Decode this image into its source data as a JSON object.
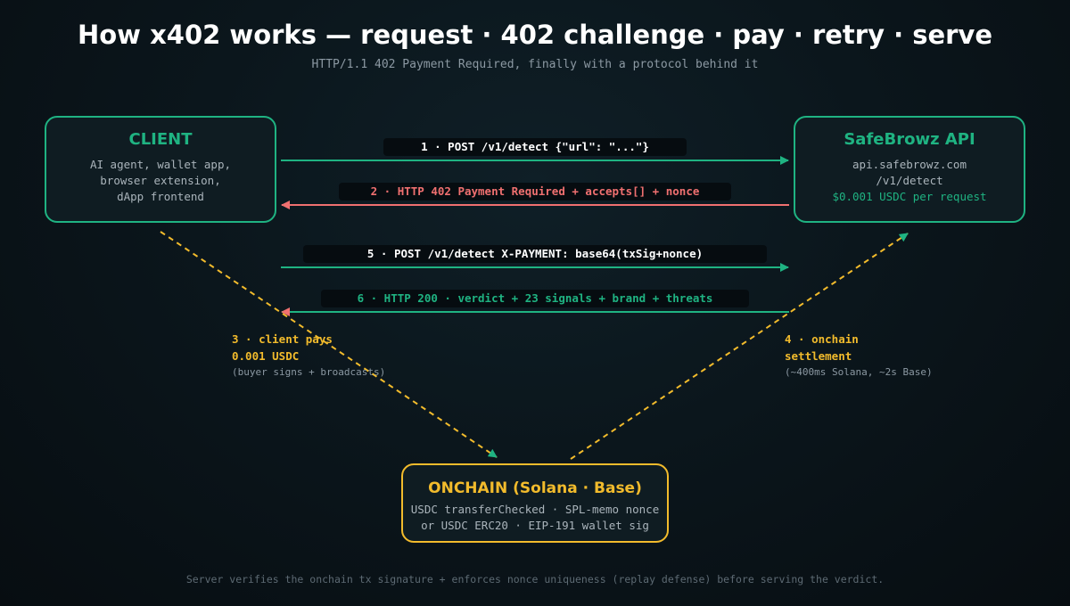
{
  "header": {
    "title": "How x402 works — request · 402 challenge · pay · retry · serve",
    "subtitle": "HTTP/1.1 402 Payment Required, finally with a protocol behind it"
  },
  "client": {
    "title": "CLIENT",
    "lines": [
      "AI agent, wallet app,",
      "browser extension,",
      "dApp frontend"
    ]
  },
  "server": {
    "title": "SafeBrowz API",
    "lines": [
      "api.safebrowz.com",
      "/v1/detect"
    ],
    "price": "$0.001 USDC per request"
  },
  "onchain": {
    "title": "ONCHAIN (Solana · Base)",
    "lines": [
      "USDC transferChecked · SPL-memo nonce",
      "or USDC ERC20 · EIP-191 wallet sig"
    ]
  },
  "steps": {
    "s1": "1 · POST /v1/detect {\"url\": \"...\"}",
    "s2": "2 · HTTP 402 Payment Required + accepts[] + nonce",
    "s3_line1": "3 · client pays",
    "s3_line2": "0.001 USDC",
    "s3_note": "(buyer signs + broadcasts)",
    "s4_line1": "4 · onchain",
    "s4_line2": "settlement",
    "s4_note": "(~400ms Solana, ~2s Base)",
    "s5": "5 · POST /v1/detect X-PAYMENT: base64(txSig+nonce)",
    "s6": "6 · HTTP 200 · verdict + 23 signals + brand + threats"
  },
  "footer": "Server verifies the onchain tx signature + enforces nonce uniqueness (replay defense) before serving the verdict.",
  "colors": {
    "green": "#1fb382",
    "red": "#f07070",
    "yellow": "#f2bb2c",
    "background": "#0b161c"
  }
}
